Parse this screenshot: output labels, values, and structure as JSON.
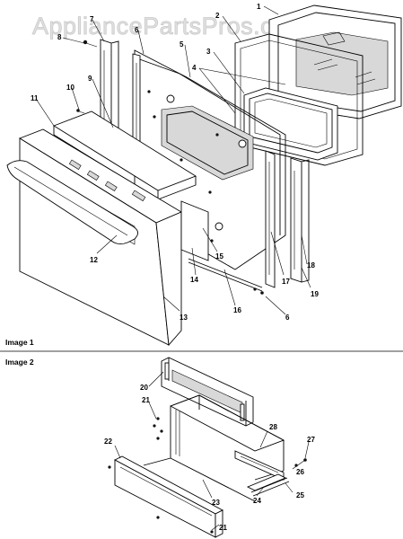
{
  "watermark": "AppliancePartsPros.com",
  "sections": [
    {
      "label": "Image 1"
    },
    {
      "label": "Image 2"
    }
  ],
  "callouts": [
    "1",
    "2",
    "3",
    "4",
    "5",
    "6",
    "7",
    "8",
    "9",
    "10",
    "11",
    "12",
    "13",
    "14",
    "15",
    "16",
    "17",
    "18",
    "19",
    "6",
    "20",
    "21",
    "22",
    "23",
    "24",
    "25",
    "26",
    "27",
    "28",
    "21"
  ]
}
